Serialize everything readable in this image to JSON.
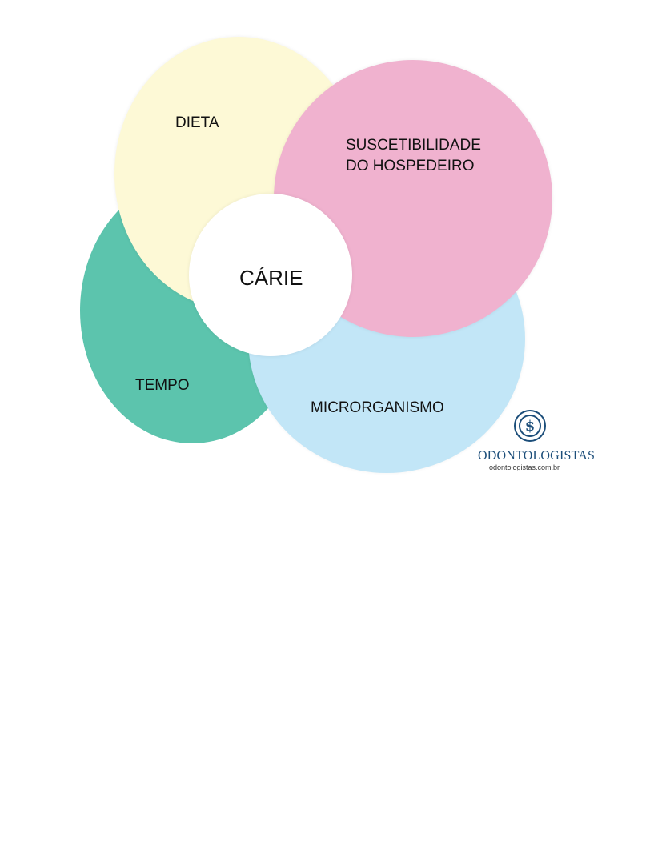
{
  "diagram": {
    "center": {
      "label": "CÁRIE"
    },
    "factors": [
      {
        "label": "DIETA",
        "color": "#fdf9d6"
      },
      {
        "label": "SUSCETIBILIDADE\nDO HOSPEDEIRO",
        "line1": "SUSCETIBILIDADE",
        "line2": "DO HOSPEDEIRO",
        "color": "#f0b2cf"
      },
      {
        "label": "TEMPO",
        "color": "#5cc4ad"
      },
      {
        "label": "MICRORGANISMO",
        "color": "#c2e6f7"
      }
    ]
  },
  "logo": {
    "name": "ODONTOLOGISTAS",
    "url": "odontologistas.com.br",
    "icon": "caduceus-icon",
    "color": "#1c4e7a"
  }
}
